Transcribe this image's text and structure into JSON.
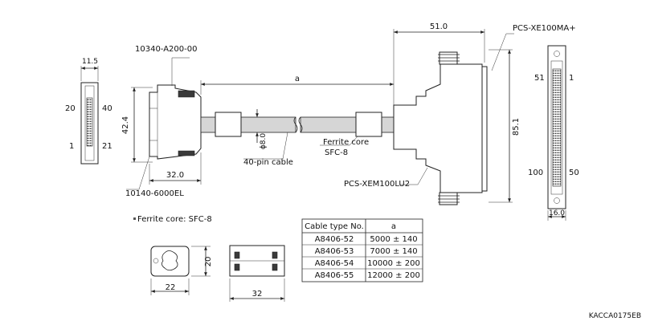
{
  "labels": {
    "left_connector_top": "10340-A200-00",
    "left_connector_bottom": "10140-6000EL",
    "right_connector_top": "PCS-XE100MA+",
    "right_connector_bottom": "PCS-XEM100LU2",
    "ferrite_core": "Ferrite core",
    "ferrite_core_type": "SFC-8",
    "cable": "40-pin cable",
    "ferrite_note": "Ferrite core: SFC-8",
    "drawing_code": "KACCA0175EB"
  },
  "dimensions": {
    "left_face_width": "11.5",
    "left_height": "42.4",
    "left_length": "32.0",
    "cable_diameter": "ϕ8.0",
    "cable_length": "a",
    "right_width": "51.0",
    "right_height": "85.1",
    "right_face_width": "16.0",
    "ferrite_width": "22",
    "ferrite_height": "20",
    "ferrite_length": "32"
  },
  "pins": {
    "left_top_left": "20",
    "left_top_right": "40",
    "left_bottom_left": "1",
    "left_bottom_right": "21",
    "right_top_left": "51",
    "right_top_right": "1",
    "right_bottom_left": "100",
    "right_bottom_right": "50"
  },
  "table": {
    "headers": [
      "Cable type No.",
      "a"
    ],
    "rows": [
      [
        "A8406-52",
        "5000 ± 140"
      ],
      [
        "A8406-53",
        "7000 ± 140"
      ],
      [
        "A8406-54",
        "10000 ± 200"
      ],
      [
        "A8406-55",
        "12000 ± 200"
      ]
    ]
  }
}
